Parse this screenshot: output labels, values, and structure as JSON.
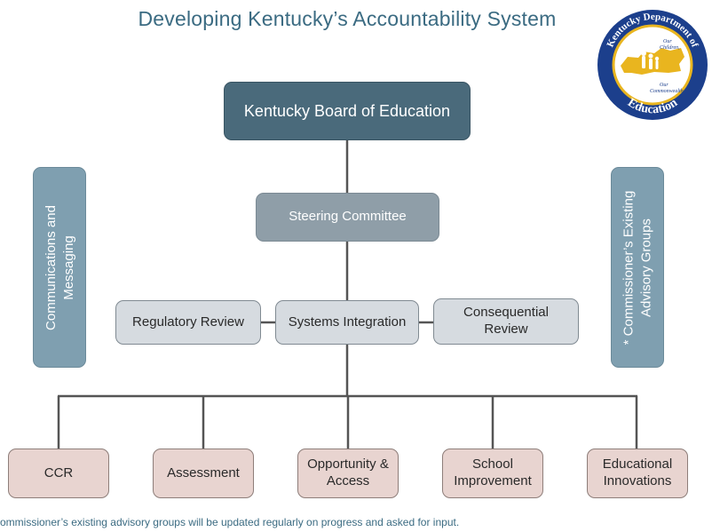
{
  "title": "Developing Kentucky’s Accountability System",
  "board": "Kentucky Board of Education",
  "steering": "Steering Committee",
  "row": {
    "regulatory": "Regulatory Review",
    "systems": "Systems Integration",
    "consequential_1": "Consequential",
    "consequential_2": "Review"
  },
  "side_left": {
    "line1": "Communications and",
    "line2": "Messaging"
  },
  "side_right": {
    "line1": "* Commissioner’s Existing",
    "line2": "Advisory Groups"
  },
  "workgroups": {
    "ccr": "CCR",
    "assessment": "Assessment",
    "opportunity_1": "Opportunity &",
    "opportunity_2": "Access",
    "school_1": "School",
    "school_2": "Improvement",
    "educational_1": "Educational",
    "educational_2": "Innovations"
  },
  "footnote": "ommissioner’s existing advisory groups will be updated regularly on progress and asked for input.",
  "seal": {
    "top": "Kentucky Department of",
    "bottom": "Education",
    "line1": "Our",
    "line2": "Children,",
    "line3": "Our",
    "line4": "Commonwealth"
  },
  "colors": {
    "title": "#3b6b82",
    "board": "#4a6a7b",
    "steering": "#8f9ea8",
    "side": "#7f9fb0",
    "workgroup": "#e8d4d0",
    "seal_blue": "#1c3f8c",
    "seal_gold": "#e9b51f"
  }
}
